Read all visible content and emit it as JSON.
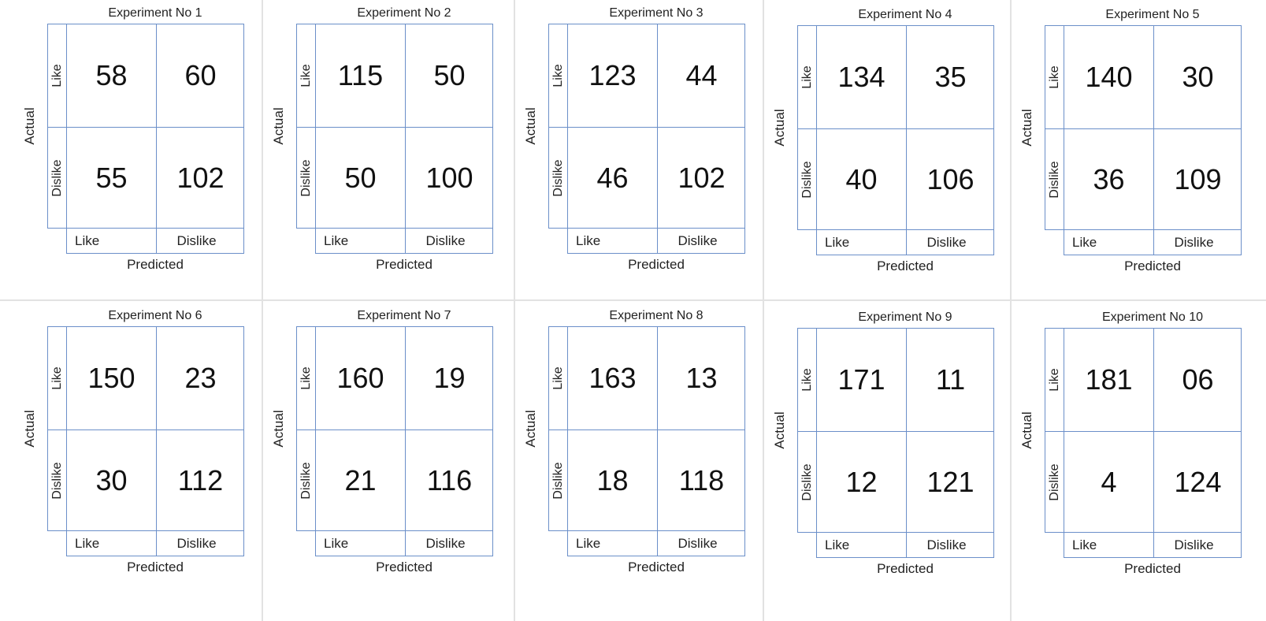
{
  "labels": {
    "actual": "Actual",
    "predicted": "Predicted",
    "like": "Like",
    "dislike": "Dislike"
  },
  "experiments": [
    {
      "title": "Experiment No 1",
      "cells": [
        "58",
        "60",
        "55",
        "102"
      ]
    },
    {
      "title": "Experiment No 2",
      "cells": [
        "115",
        "50",
        "50",
        "100"
      ]
    },
    {
      "title": "Experiment No 3",
      "cells": [
        "123",
        "44",
        "46",
        "102"
      ]
    },
    {
      "title": "Experiment No 4",
      "cells": [
        "134",
        "35",
        "40",
        "106"
      ]
    },
    {
      "title": "Experiment No 5",
      "cells": [
        "140",
        "30",
        "36",
        "109"
      ]
    },
    {
      "title": "Experiment No 6",
      "cells": [
        "150",
        "23",
        "30",
        "112"
      ]
    },
    {
      "title": "Experiment No 7",
      "cells": [
        "160",
        "19",
        "21",
        "116"
      ]
    },
    {
      "title": "Experiment No 8",
      "cells": [
        "163",
        "13",
        "18",
        "118"
      ]
    },
    {
      "title": "Experiment No 9",
      "cells": [
        "171",
        "11",
        "12",
        "121"
      ]
    },
    {
      "title": "Experiment No 10",
      "cells": [
        "181",
        "06",
        "4",
        "124"
      ]
    }
  ]
}
